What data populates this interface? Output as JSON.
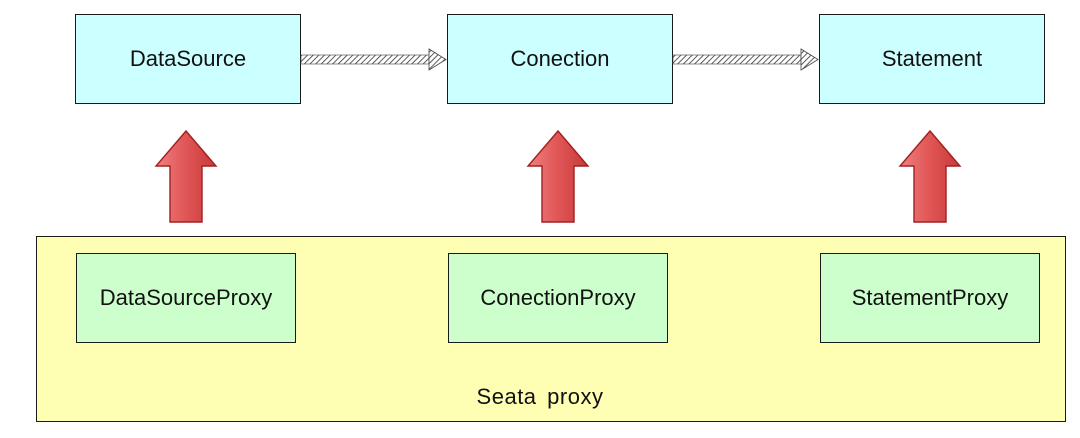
{
  "top_row": {
    "datasource": "DataSource",
    "connection": "Conection",
    "statement": "Statement"
  },
  "proxy_row": {
    "datasource_proxy": "DataSourceProxy",
    "connection_proxy": "ConectionProxy",
    "statement_proxy": "StatementProxy"
  },
  "container_label": "Seata  proxy",
  "colors": {
    "top_box_fill": "#ccffff",
    "proxy_box_fill": "#ccffcc",
    "container_fill": "#ffffb3",
    "up_arrow_fill": "#e05555",
    "dependency_arrow": "#333333"
  }
}
